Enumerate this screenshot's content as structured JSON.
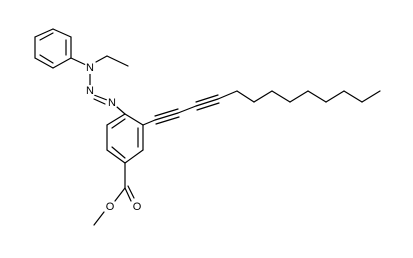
{
  "structure": {
    "atoms": {
      "amine_nitrogen": "N",
      "azo_nitrogen_1": "N",
      "azo_nitrogen_2": "N",
      "carbonyl_oxygen": "O",
      "ester_oxygen": "O"
    }
  }
}
